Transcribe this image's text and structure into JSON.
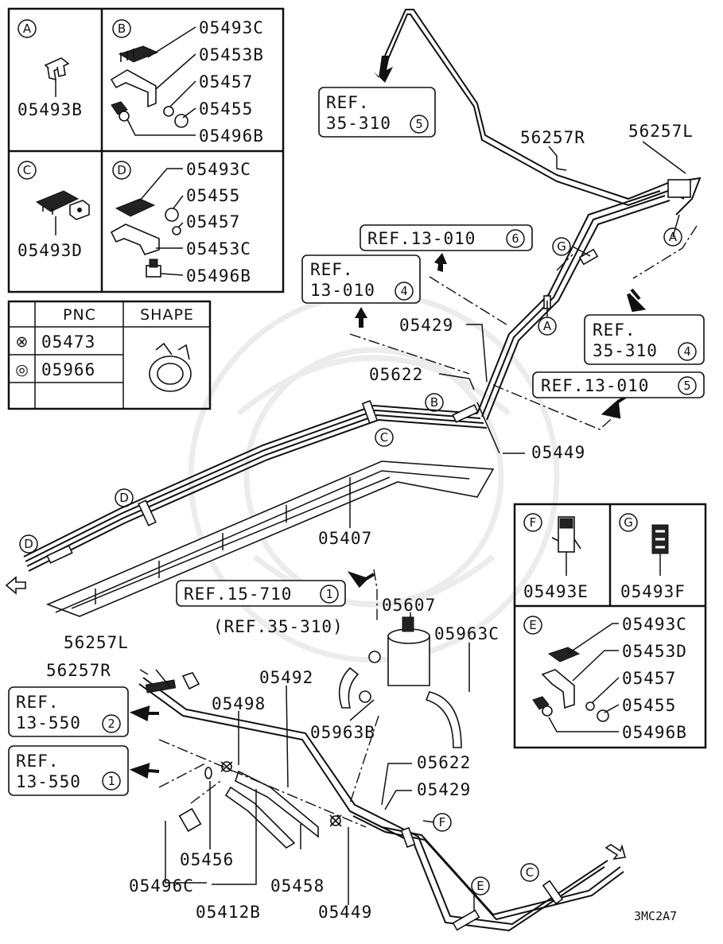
{
  "diagram_code": "3MC2A7",
  "insets": {
    "A": {
      "letter": "A",
      "parts": [
        "05493B"
      ]
    },
    "B": {
      "letter": "B",
      "parts": [
        "05493C",
        "05453B",
        "05457",
        "05455",
        "05496B"
      ]
    },
    "C": {
      "letter": "C",
      "parts": [
        "05493D"
      ]
    },
    "D": {
      "letter": "D",
      "parts": [
        "05493C",
        "05455",
        "05457",
        "05453C",
        "05496B"
      ]
    },
    "E": {
      "letter": "E",
      "parts": [
        "05493C",
        "05453D",
        "05457",
        "05455",
        "05496B"
      ]
    },
    "F": {
      "letter": "F",
      "parts": [
        "05493E"
      ]
    },
    "G": {
      "letter": "G",
      "parts": [
        "05493F"
      ]
    }
  },
  "legend": {
    "col_pnc": "PNC",
    "col_shape": "SHAPE",
    "rows": [
      {
        "symbol": "⊗",
        "pnc": "05473"
      },
      {
        "symbol": "◎",
        "pnc": "05966"
      }
    ]
  },
  "refs": [
    {
      "line1": "REF.",
      "line2": "35-310",
      "num": "5"
    },
    {
      "line1": "REF.13-010",
      "line2": "",
      "num": "6"
    },
    {
      "line1": "REF.",
      "line2": "13-010",
      "num": "4"
    },
    {
      "line1": "REF.",
      "line2": "35-310",
      "num": "4"
    },
    {
      "line1": "REF.13-010",
      "line2": "",
      "num": "5"
    },
    {
      "line1": "REF.15-710",
      "line2": "",
      "num": "1"
    },
    {
      "line1": "REF.",
      "line2": "13-550",
      "num": "2"
    },
    {
      "line1": "REF.",
      "line2": "13-550",
      "num": "1"
    }
  ],
  "ref_plain": "(REF.35-310)",
  "part_labels": {
    "p56257R_top": "56257R",
    "p56257L_top": "56257L",
    "p05429_top": "05429",
    "p05622_top": "05622",
    "p05449_top": "05449",
    "p05407": "05407",
    "p05607": "05607",
    "p05963C": "05963C",
    "p56257L_bot": "56257L",
    "p56257R_bot": "56257R",
    "p05492": "05492",
    "p05498": "05498",
    "p05963B": "05963B",
    "p05622_bot": "05622",
    "p05429_bot": "05429",
    "p05456": "05456",
    "p05496C": "05496C",
    "p05458": "05458",
    "p05412B": "05412B",
    "p05449_bot": "05449"
  },
  "callouts": {
    "A1": "A",
    "A2": "A",
    "B": "B",
    "C1": "C",
    "C2": "C",
    "D1": "D",
    "D2": "D",
    "E": "E",
    "F": "F",
    "G": "G"
  }
}
